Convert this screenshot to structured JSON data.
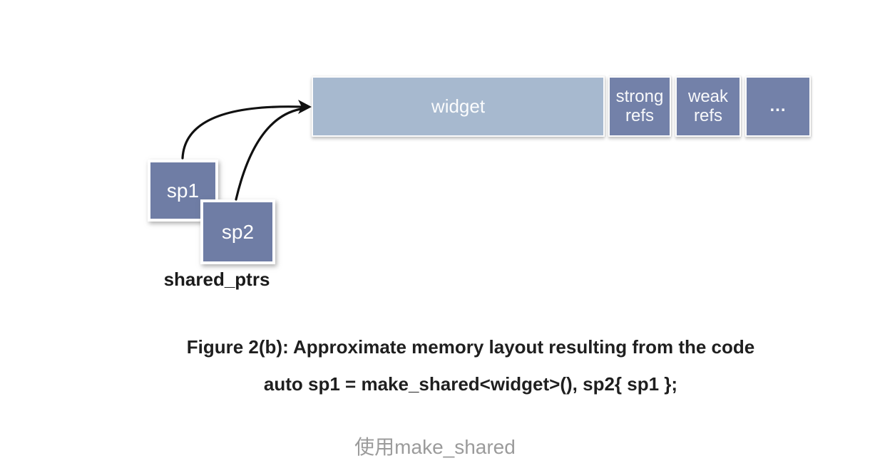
{
  "diagram": {
    "memory_bar": {
      "cells": [
        {
          "label": "widget"
        },
        {
          "label": "strong\nrefs"
        },
        {
          "label": "weak\nrefs"
        },
        {
          "label": "..."
        }
      ]
    },
    "pointers": [
      {
        "label": "sp1"
      },
      {
        "label": "sp2"
      }
    ],
    "pointers_group_label": "shared_ptrs"
  },
  "caption": {
    "line1": "Figure 2(b): Approximate memory layout resulting from the code",
    "line2": "auto sp1 = make_shared<widget>(), sp2{ sp1 };"
  },
  "footer": {
    "text": "使用make_shared"
  },
  "colors": {
    "widget_fill": "#a7b9cf",
    "refs_fill": "#7381a9",
    "box_fill": "#6f7da5",
    "arrow_stroke": "#111111",
    "footer_text": "#9b9b9b"
  }
}
